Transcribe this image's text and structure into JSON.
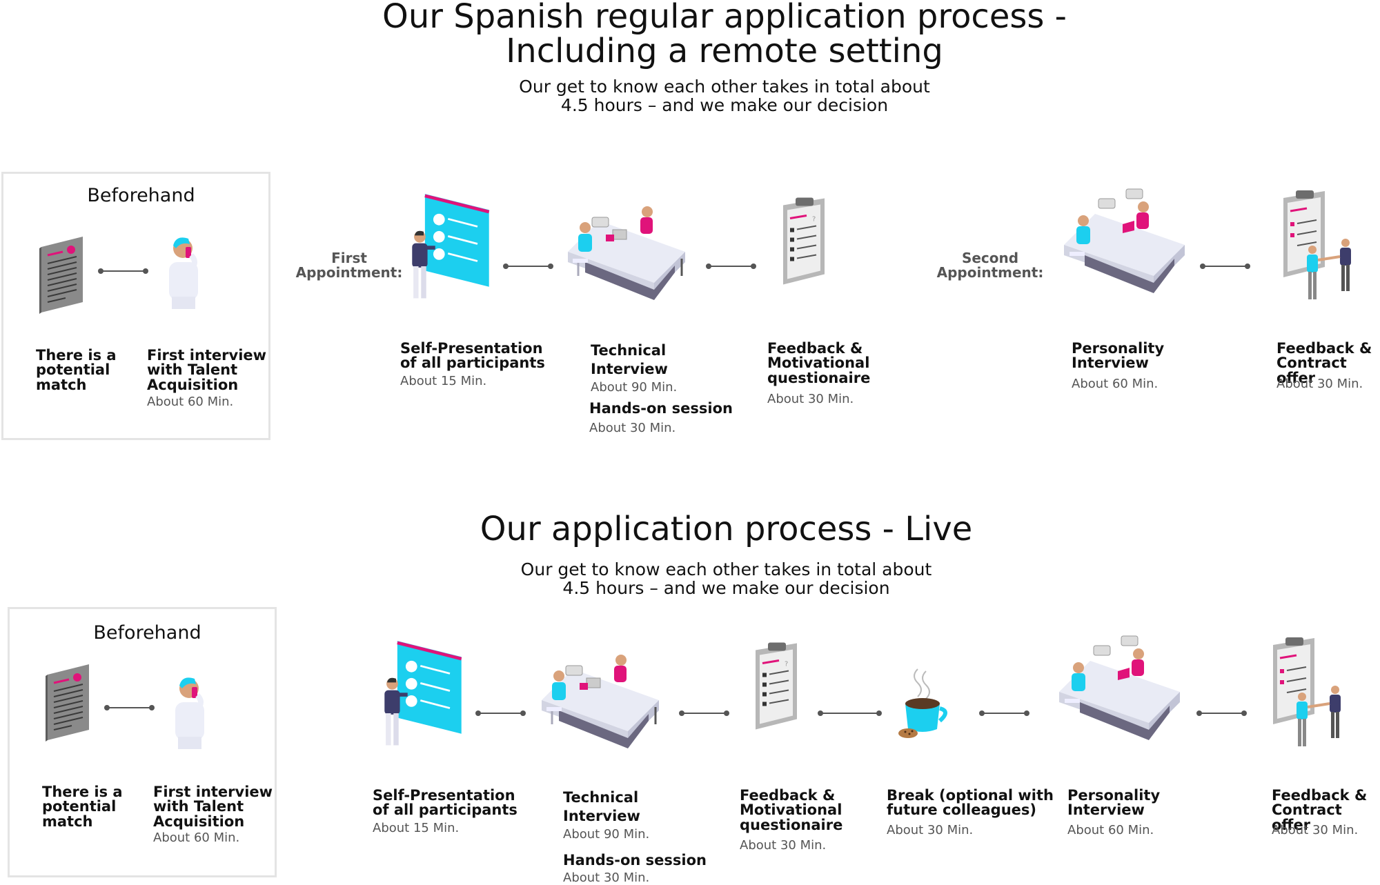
{
  "section_remote": {
    "title_line1": "Our Spanish regular application process -",
    "title_line2": "Including a remote setting",
    "subtitle_line1": "Our get to know each other takes in total about",
    "subtitle_line2": "4.5 hours – and we make our decision",
    "beforehand": {
      "title": "Beforehand",
      "step1": "There is a\npotential\nmatch",
      "step2": "First interview\nwith Talent\nAcquisition",
      "step2_time": "About 60 Min."
    },
    "first_appointment_label": "First\nAppointment:",
    "second_appointment_label": "Second\nAppointment:",
    "steps": [
      {
        "label": "Self-Presentation\nof all participants",
        "time": "About 15 Min."
      },
      {
        "label": "Technical\nInterview",
        "time": "About 90 Min."
      },
      {
        "label": "Feedback &\nMotivational\nquestionaire",
        "time": "About 30 Min."
      },
      {
        "label": "Personality\nInterview",
        "time": "About 60 Min."
      },
      {
        "label": "Feedback &\nContract offer",
        "time": "About 30 Min."
      }
    ],
    "hands_on": {
      "label": "Hands-on session",
      "time": "About 30 Min."
    }
  },
  "section_live": {
    "title": "Our application process - Live",
    "subtitle_line1": "Our get to know each other takes in total about",
    "subtitle_line2": "4.5 hours – and we make our decision",
    "beforehand": {
      "title": "Beforehand",
      "step1": "There is a\npotential\nmatch",
      "step2": "First interview\nwith Talent\nAcquisition",
      "step2_time": "About 60 Min."
    },
    "steps": [
      {
        "label": "Self-Presentation\nof all participants",
        "time": "About 15 Min."
      },
      {
        "label": "Technical\nInterview",
        "time": "About 90 Min."
      },
      {
        "label": "Feedback &\nMotivational\nquestionaire",
        "time": "About 30 Min."
      },
      {
        "label": "Break (optional with\nfuture colleagues)",
        "time": "About 30 Min."
      },
      {
        "label": "Personality\nInterview",
        "time": "About 60 Min."
      },
      {
        "label": "Feedback &\nContract offer",
        "time": "About 30 Min."
      }
    ],
    "hands_on": {
      "label": "Hands-on session",
      "time": "About 30 Min."
    }
  },
  "colors": {
    "accent_cyan": "#1ccfef",
    "accent_magenta": "#e0137a",
    "box_border": "#e4e4e4",
    "desk": "#6b6880"
  }
}
